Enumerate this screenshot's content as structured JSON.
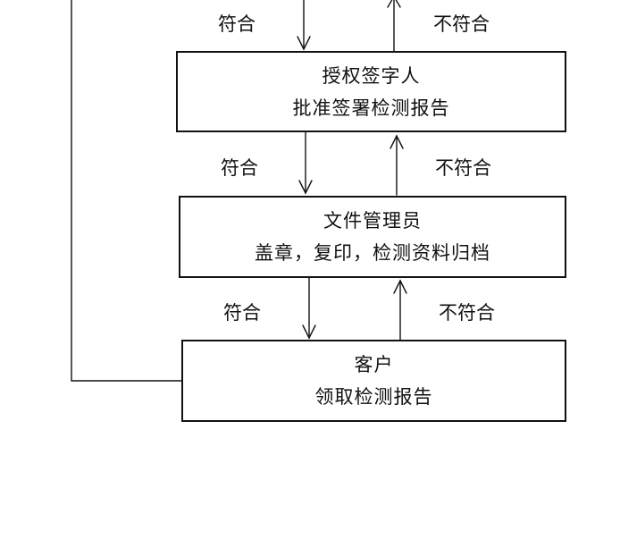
{
  "steps": [
    {
      "id": "signatory",
      "title": "授权签字人",
      "subtitle": "批准签署检测报告"
    },
    {
      "id": "archivist",
      "title": "文件管理员",
      "subtitle": "盖章，复印，检测资料归档"
    },
    {
      "id": "customer",
      "title": "客户",
      "subtitle": "领取检测报告"
    }
  ],
  "edge_labels": {
    "pass": "符合",
    "fail": "不符合"
  }
}
